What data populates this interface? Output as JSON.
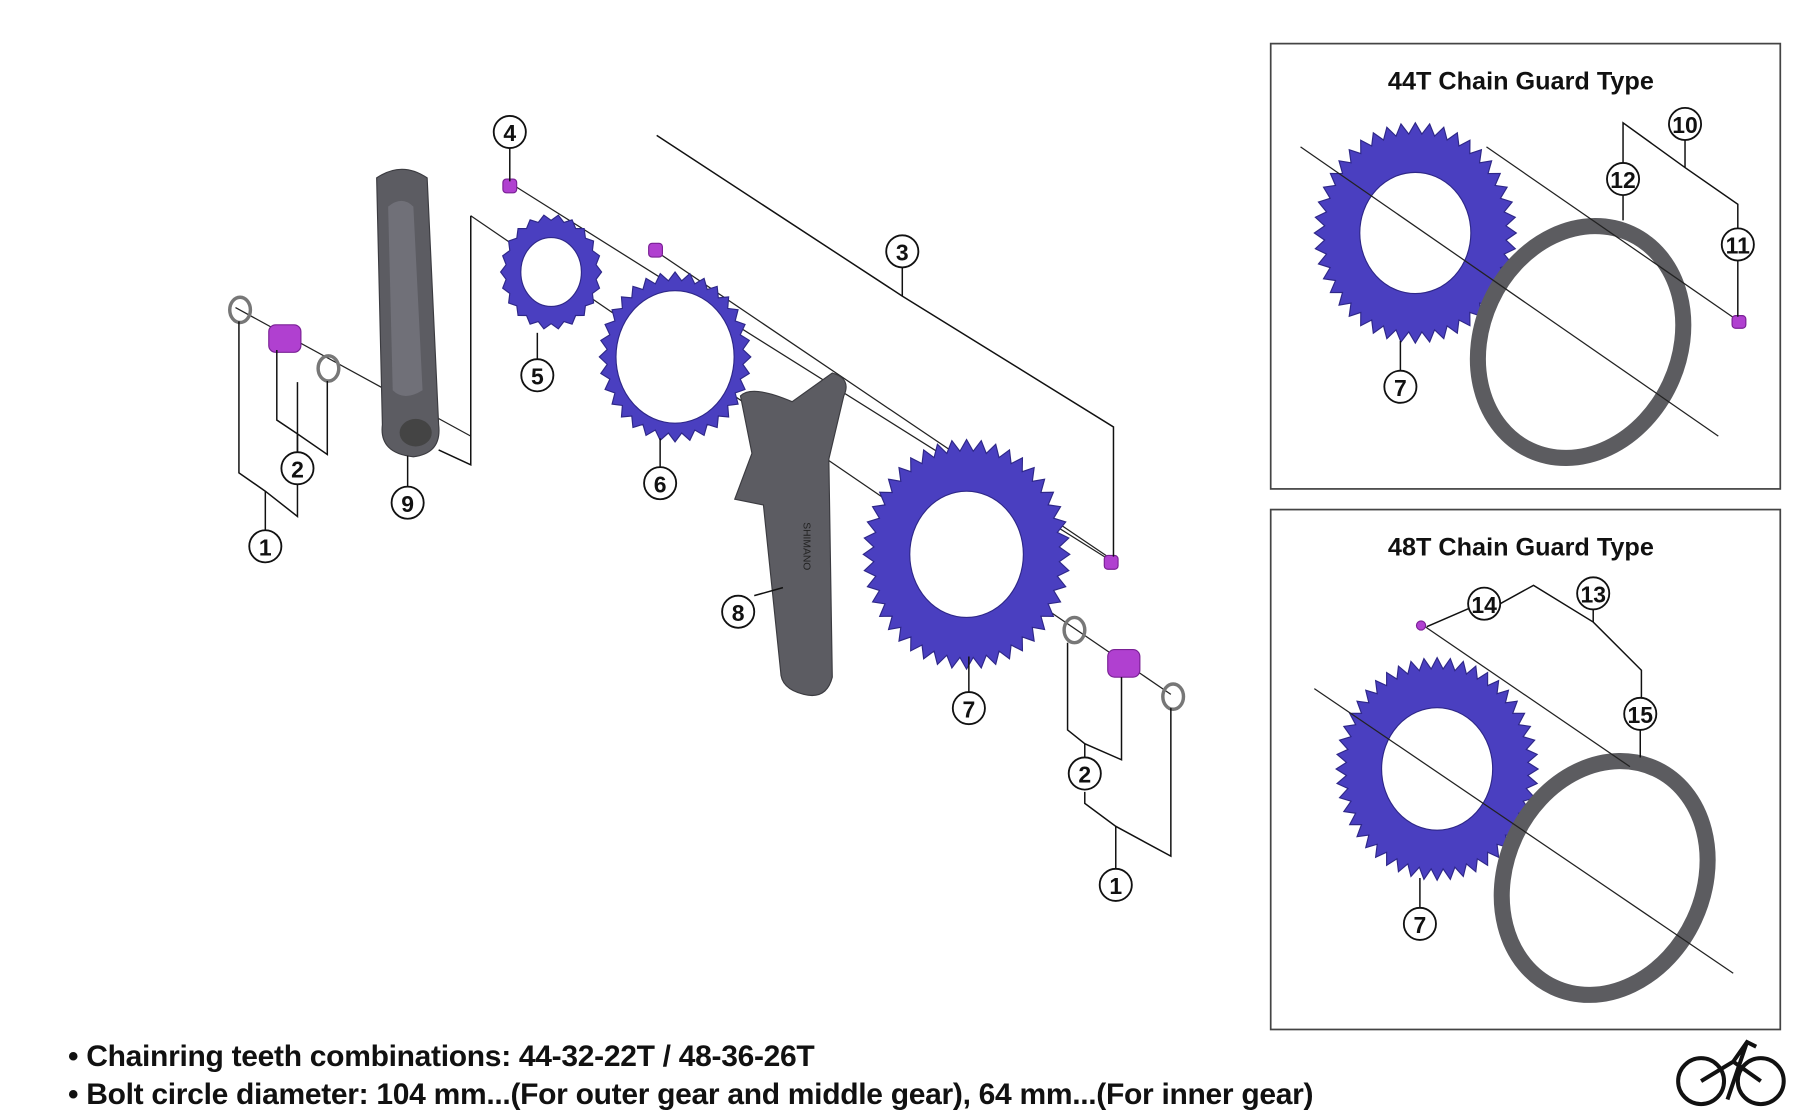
{
  "boxes": [
    {
      "title": "44T Chain Guard Type"
    },
    {
      "title": "48T Chain Guard Type"
    }
  ],
  "callouts": {
    "main": [
      "4",
      "3",
      "5",
      "6",
      "9",
      "2",
      "1",
      "8",
      "7",
      "2",
      "1"
    ],
    "box44": [
      "10",
      "12",
      "11",
      "7"
    ],
    "box48": [
      "14",
      "13",
      "15",
      "7"
    ]
  },
  "crank_logo": "SHIMANO",
  "notes": [
    "• Chainring teeth combinations: 44-32-22T / 48-36-26T",
    "• Bolt circle diameter: 104 mm...(For outer gear and middle gear), 64 mm...(For inner gear)"
  ],
  "colors": {
    "chainring": "#4a3fc0",
    "bolt": "#b040d0",
    "arm": "#5c5c60"
  },
  "icons": {
    "brand": "bicycle-icon"
  }
}
